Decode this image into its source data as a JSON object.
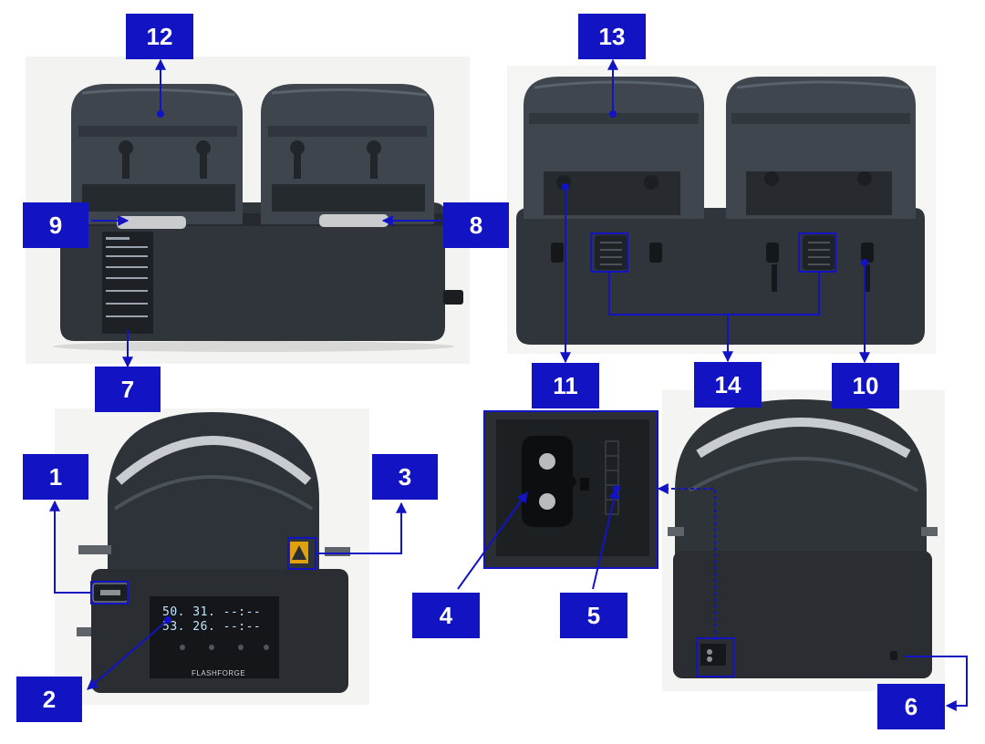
{
  "callouts": {
    "c1": "1",
    "c2": "2",
    "c3": "3",
    "c4": "4",
    "c5": "5",
    "c6": "6",
    "c7": "7",
    "c8": "8",
    "c9": "9",
    "c10": "10",
    "c11": "11",
    "c12": "12",
    "c13": "13",
    "c14": "14"
  },
  "display": {
    "row1": "50. 31. --:--",
    "row2": "53. 26. --:--",
    "brand": "FLASHFORGE"
  },
  "colors": {
    "callout_fill": "#1214c4",
    "leader_line": "#1214c4",
    "housing": "#2e3238",
    "lid": "#3c434b",
    "display_text": "#bfe6ff"
  }
}
